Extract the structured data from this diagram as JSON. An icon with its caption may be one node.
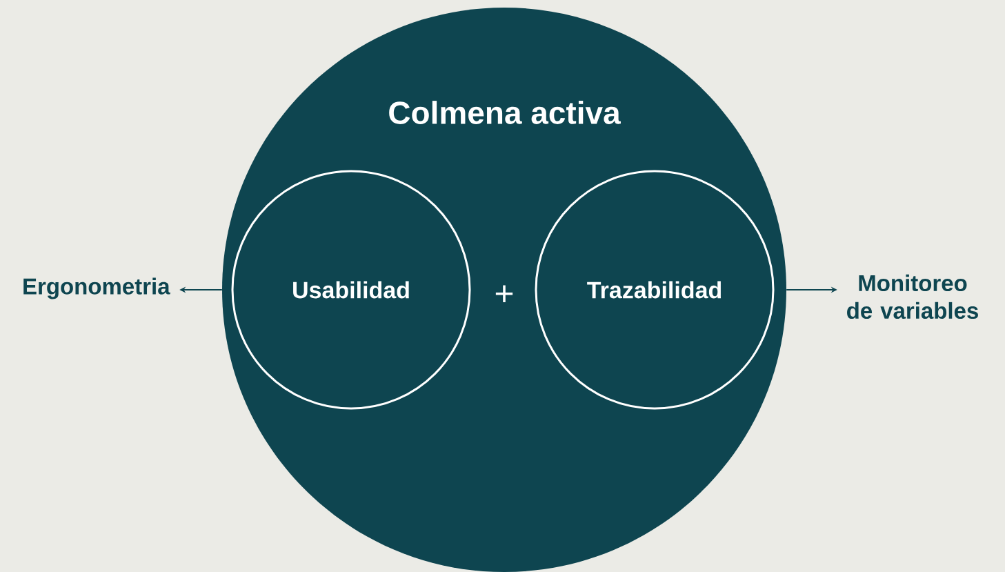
{
  "diagram": {
    "nodes": [
      {
        "text": [
          "Colmena activa"
        ]
      },
      {
        "text": [
          "Usabilidad"
        ],
        "in": 0
      },
      {
        "text": [
          "Trazabilidad"
        ],
        "in": 0
      },
      {
        "text": [
          "Ergonometria"
        ]
      },
      {
        "text": [
          "Monitoreo de variables"
        ]
      }
    ],
    "edges": [
      {
        "from": 0,
        "to": 3,
        "arrow": "to"
      },
      {
        "from": 0,
        "to": 4,
        "arrow": "to"
      }
    ],
    "labels": [
      "+"
    ]
  }
}
